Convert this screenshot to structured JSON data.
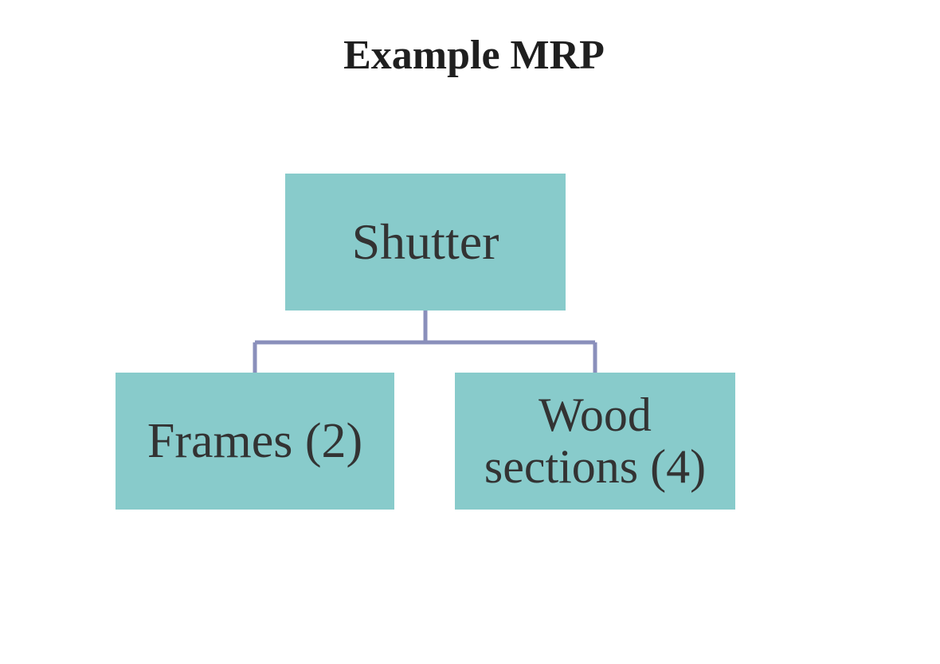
{
  "title": "Example MRP",
  "colors": {
    "node_fill": "#88cbcb",
    "connector": "#8a8fbb",
    "text": "#333333"
  },
  "tree": {
    "root": {
      "label": "Shutter"
    },
    "children": [
      {
        "label": "Frames (2)"
      },
      {
        "label": "Wood\nsections (4)"
      }
    ]
  }
}
